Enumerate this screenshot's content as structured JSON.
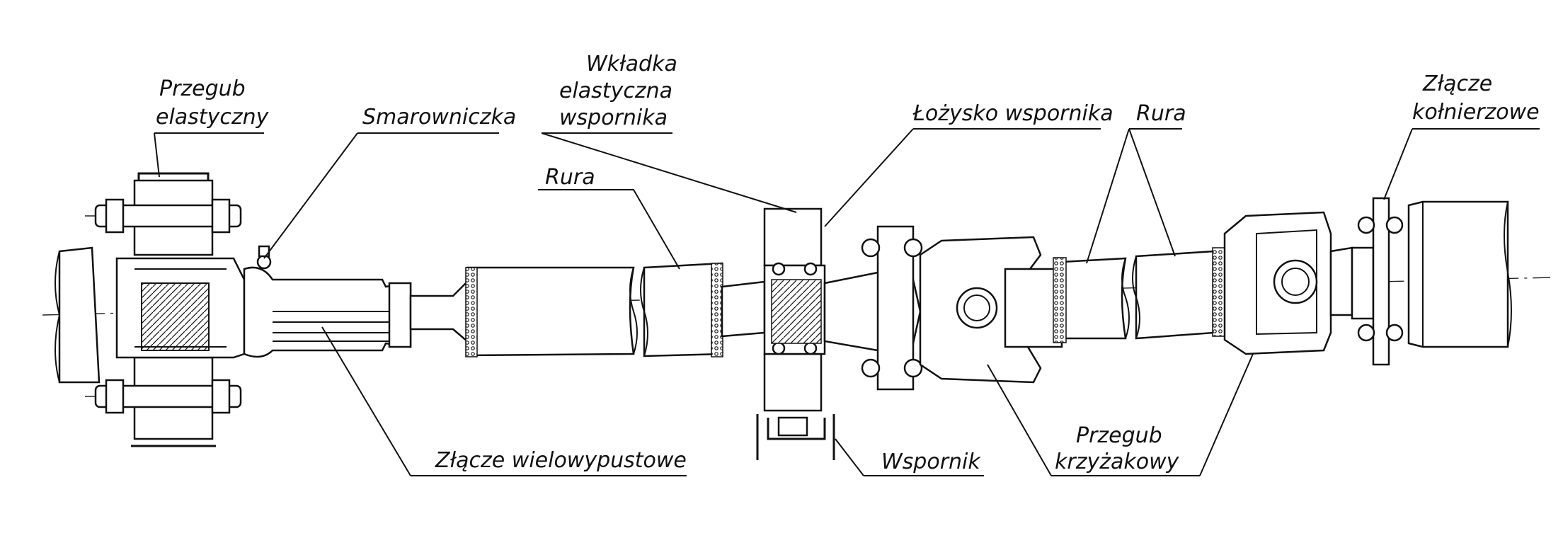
{
  "labels": {
    "przegub_elastyczny_1": "Przegub",
    "przegub_elastyczny_2": "elastyczny",
    "smarowniczka": "Smarowniczka",
    "wkladka_1": "Wkładka",
    "wkladka_2": "elastyczna",
    "wkladka_3": "wspornika",
    "rura_left": "Rura",
    "lozysko": "Łożysko wspornika",
    "rura_right": "Rura",
    "zlacze_kolnierzowe_1": "Złącze",
    "zlacze_kolnierzowe_2": "kołnierzowe",
    "zlacze_wielowypustowe": "Złącze wielowypustowe",
    "wspornik": "Wspornik",
    "przegub_krzyzakowy_1": "Przegub",
    "przegub_krzyzakowy_2": "krzyżakowy"
  },
  "colors": {
    "ink": "#111111",
    "paper": "#ffffff",
    "hatch": "#1a1a1a"
  }
}
